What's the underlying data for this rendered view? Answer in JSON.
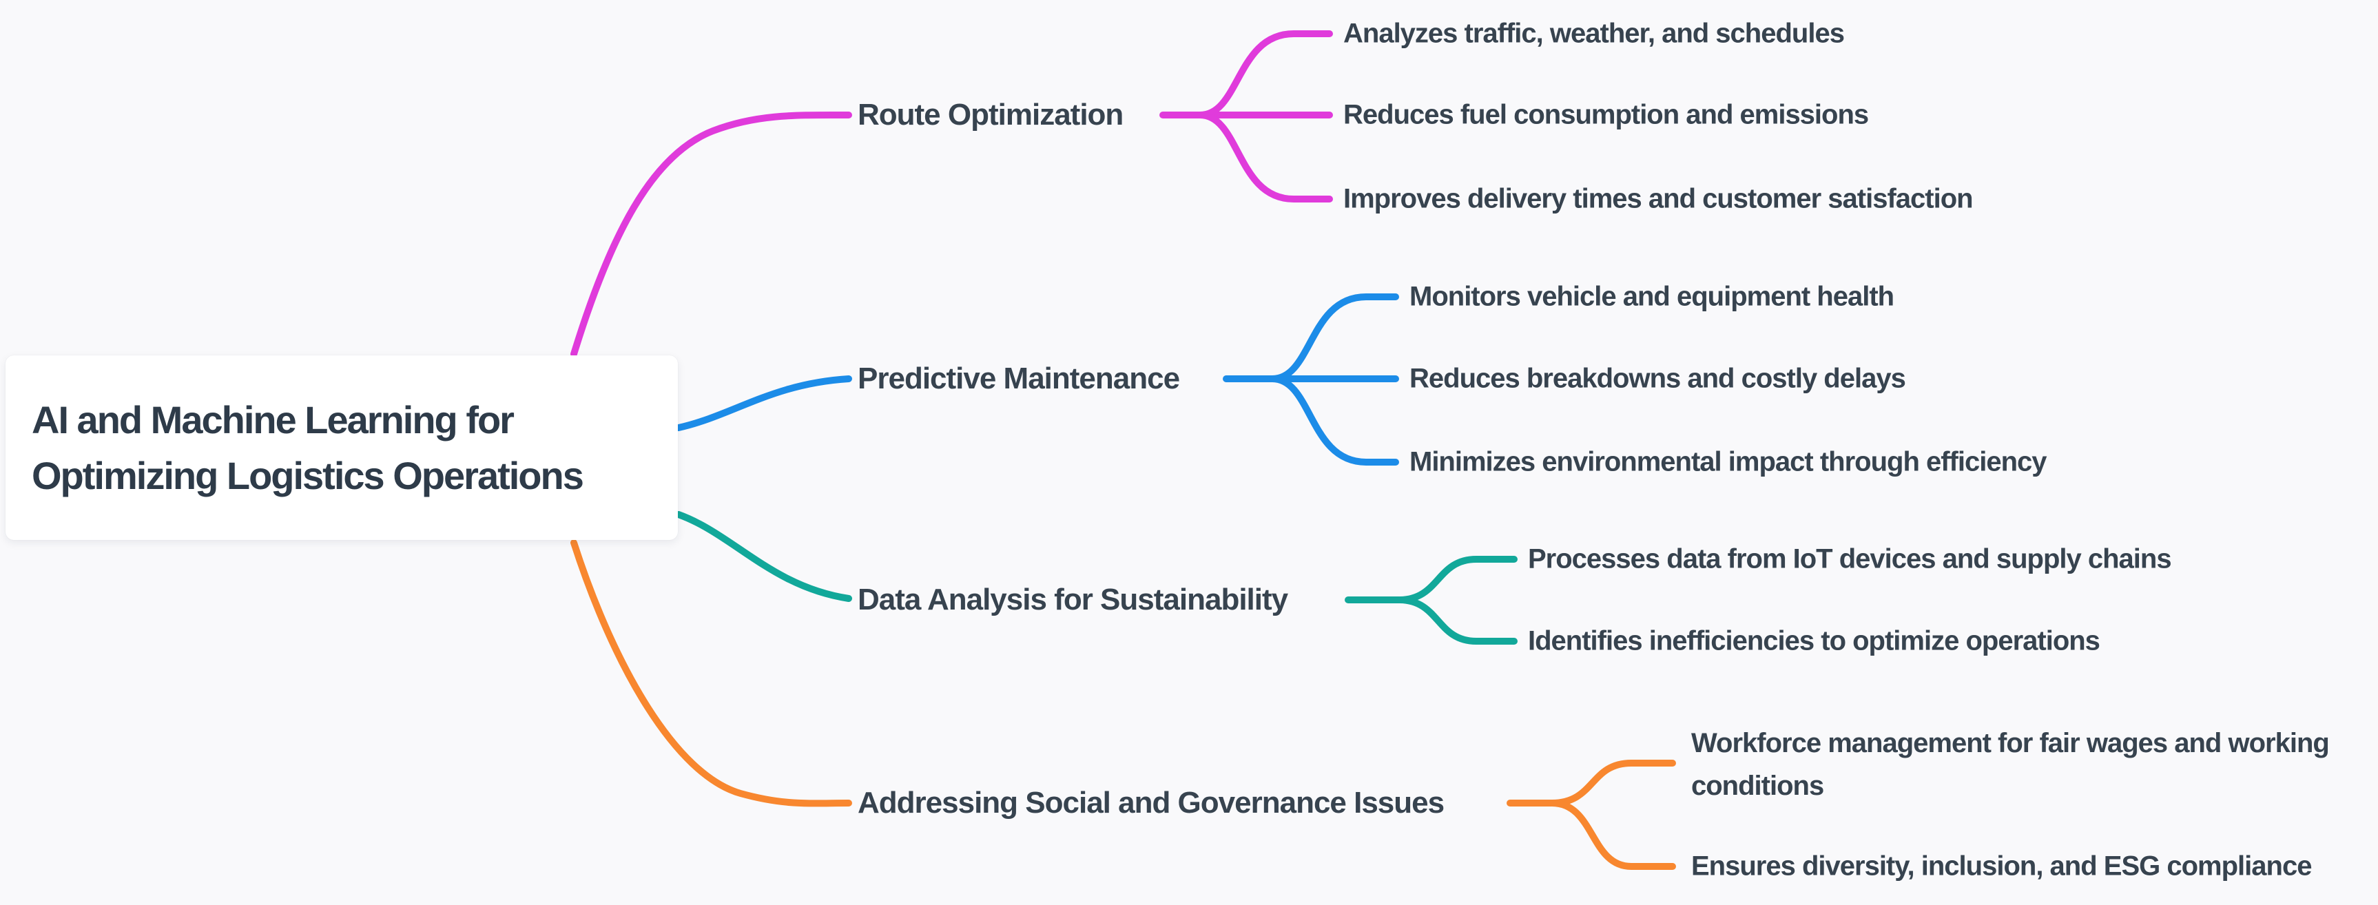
{
  "theme": {
    "background": "#f9f9fb",
    "card_background": "#ffffff",
    "text_color": "#37434f",
    "root_text_color": "#2e3b49"
  },
  "root": {
    "label": "AI and Machine Learning for Optimizing Logistics Operations"
  },
  "branches": [
    {
      "id": "route-optimization",
      "label": "Route Optimization",
      "color": "#e03bdb",
      "children": [
        "Analyzes traffic, weather, and schedules",
        "Reduces fuel consumption and emissions",
        "Improves delivery times and customer satisfaction"
      ]
    },
    {
      "id": "predictive-maintenance",
      "label": "Predictive Maintenance",
      "color": "#1c8ce8",
      "children": [
        "Monitors vehicle and equipment health",
        "Reduces breakdowns and costly delays",
        "Minimizes environmental impact through efficiency"
      ]
    },
    {
      "id": "data-analysis",
      "label": "Data Analysis for Sustainability",
      "color": "#12a89a",
      "children": [
        "Processes data from IoT devices and supply chains",
        "Identifies inefficiencies to optimize operations"
      ]
    },
    {
      "id": "social-governance",
      "label": "Addressing Social and Governance Issues",
      "color": "#f8872f",
      "children": [
        "Workforce management for fair wages and working conditions",
        "Ensures diversity, inclusion, and ESG compliance"
      ]
    }
  ]
}
